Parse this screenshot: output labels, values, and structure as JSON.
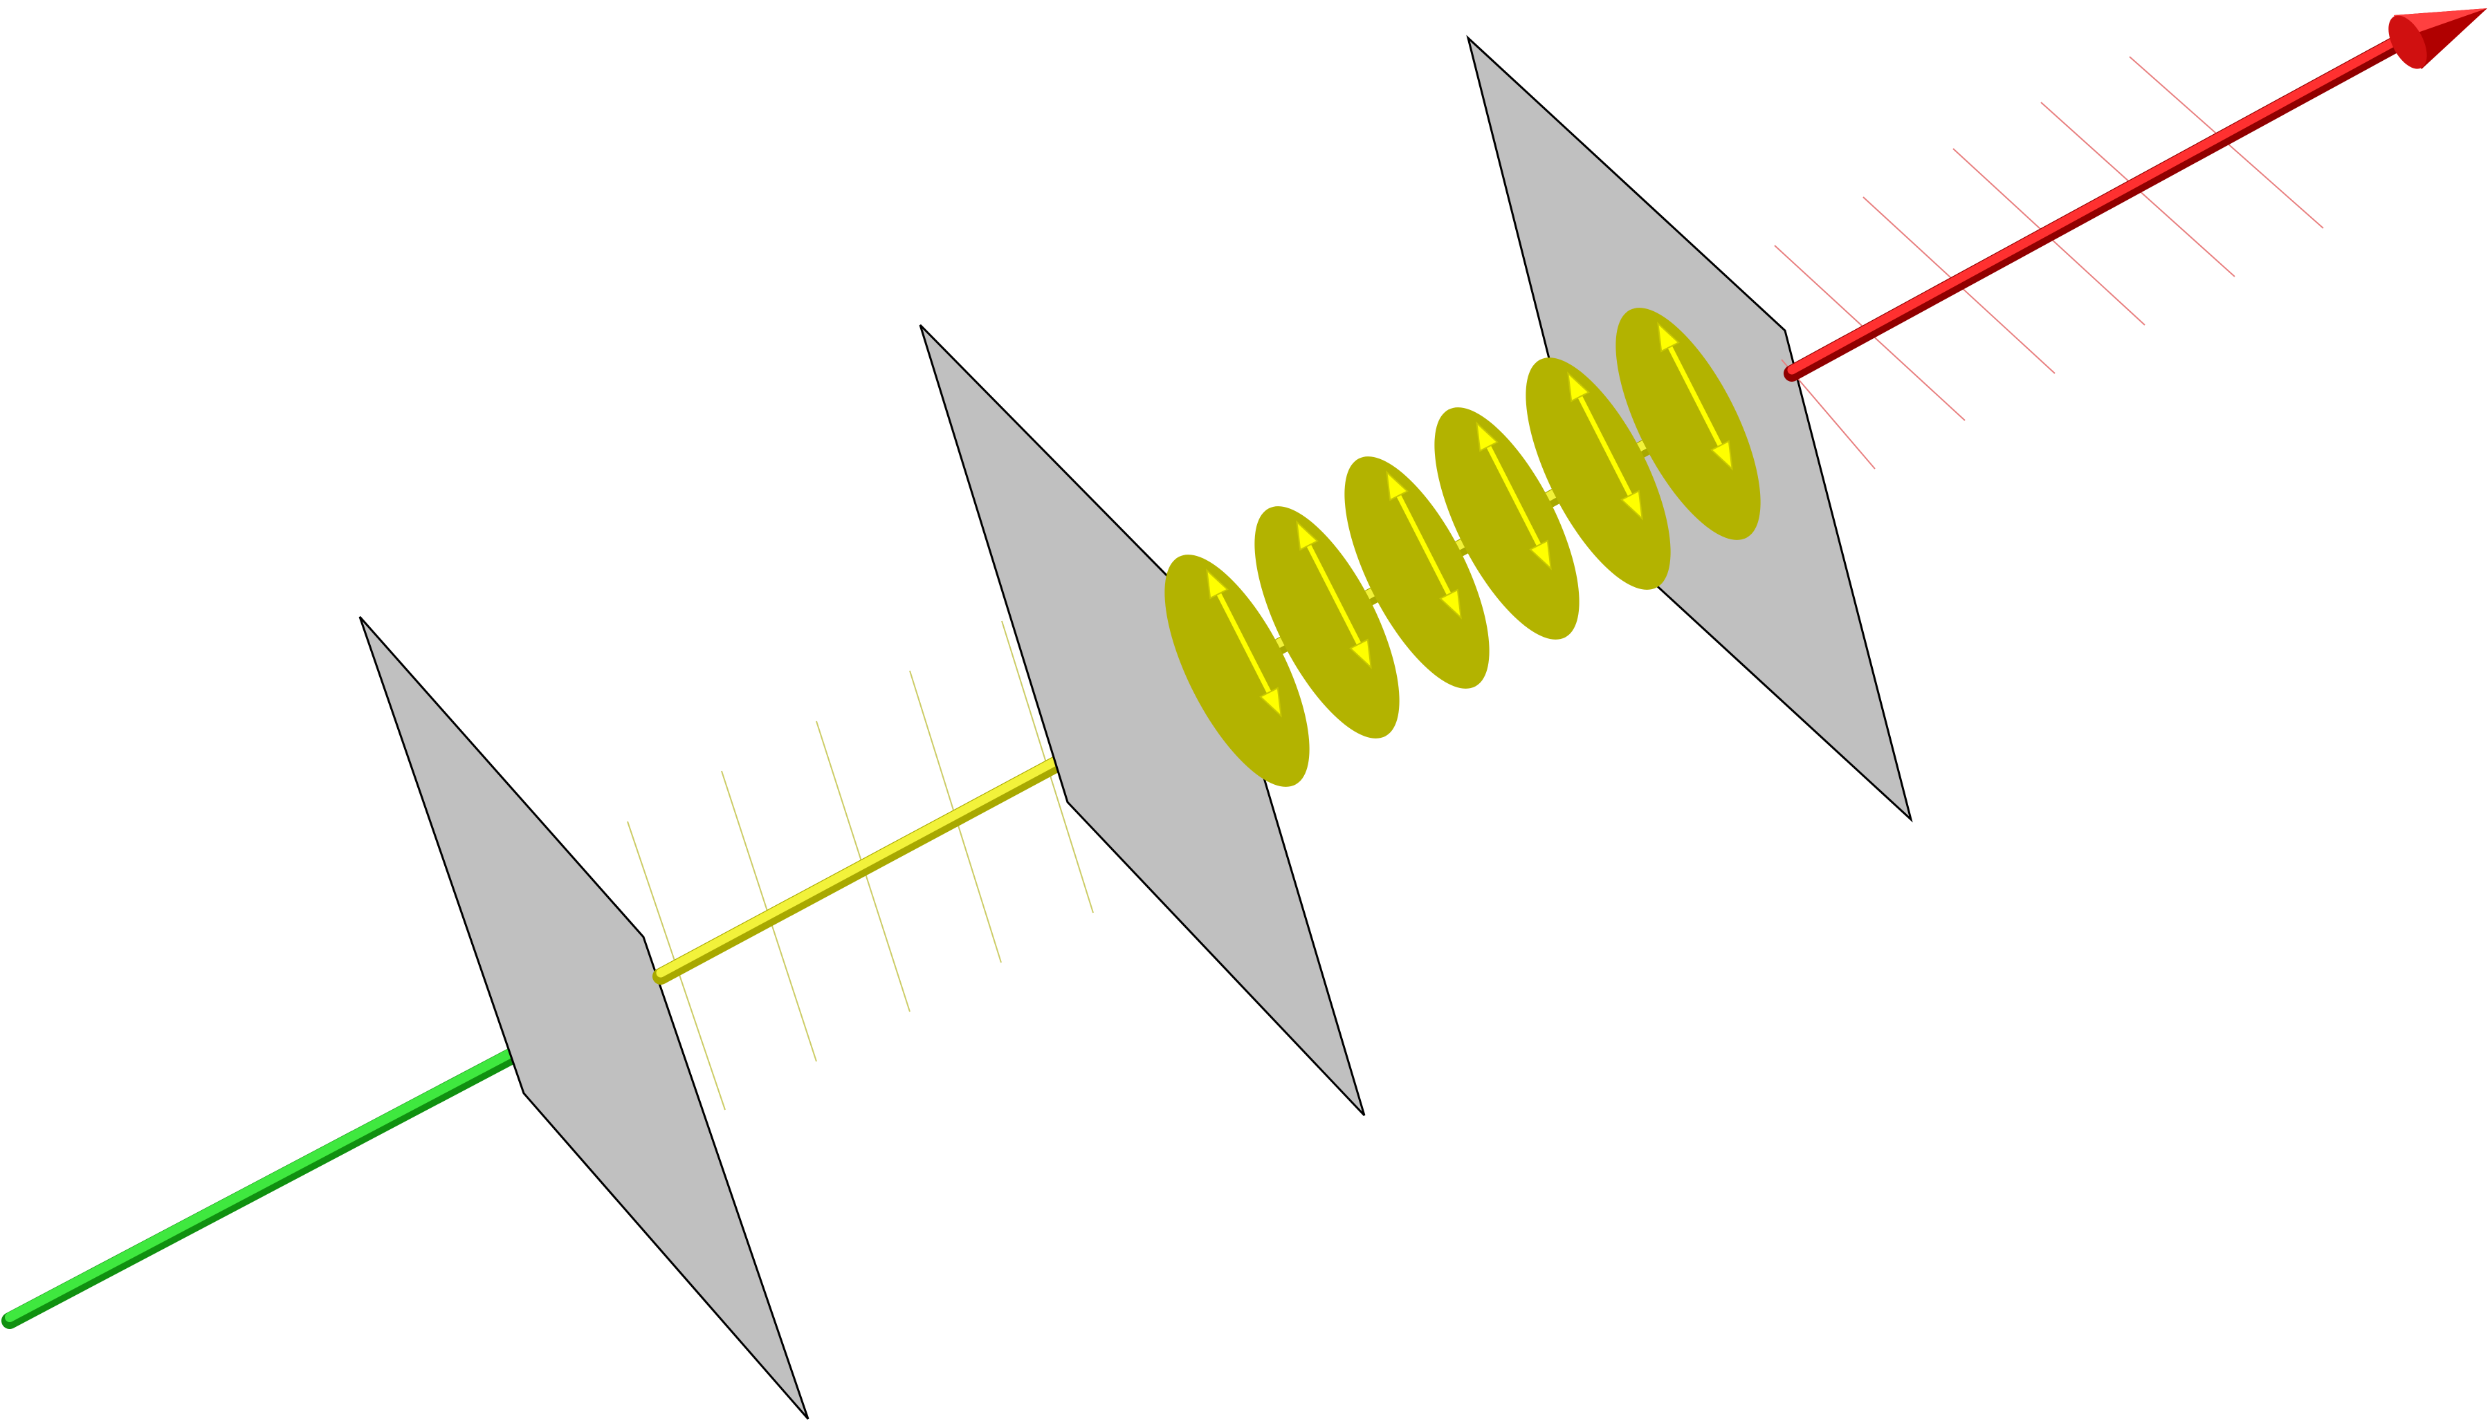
{
  "diagram": {
    "stages": [
      {
        "name": "input-beam",
        "color": "#1ed41e"
      },
      {
        "name": "polarizer-1",
        "color": "#c0c0c0"
      },
      {
        "name": "linearly-polarized-beam",
        "color": "#e6e619"
      },
      {
        "name": "polarizer-2",
        "color": "#c0c0c0"
      },
      {
        "name": "rotating-polarization-discs",
        "color": "#b3b300",
        "count": 6
      },
      {
        "name": "polarizer-3",
        "color": "#c0c0c0"
      },
      {
        "name": "output-beam",
        "color": "#e01010"
      }
    ],
    "colors": {
      "plate_fill": "#c0c0c0",
      "plate_edge": "#000000",
      "green_beam": "#1ed41e",
      "yellow_beam": "#e6e619",
      "disc_fill": "#b3b300",
      "arrow_yellow": "#ffff00",
      "red_beam": "#e01010",
      "red_lines": "#e88080",
      "yellow_lines": "#cccc66"
    }
  }
}
